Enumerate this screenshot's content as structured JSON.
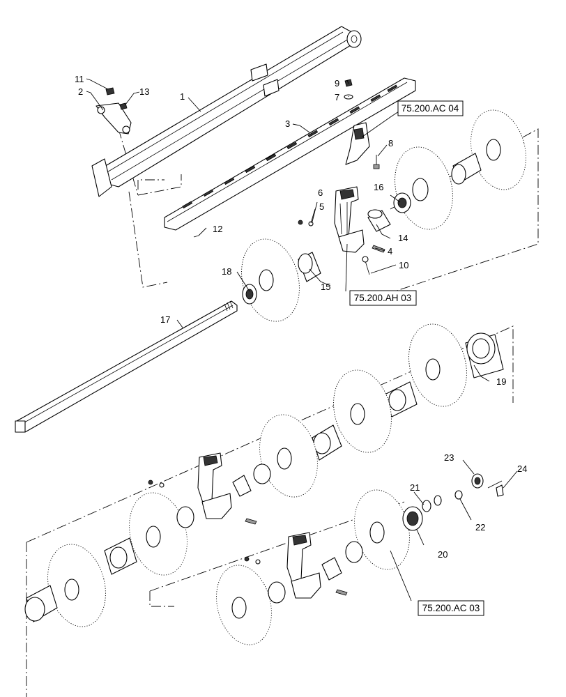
{
  "callouts": {
    "c1": "1",
    "c2": "2",
    "c3": "3",
    "c4": "4",
    "c5": "5",
    "c6": "6",
    "c7": "7",
    "c8": "8",
    "c9": "9",
    "c10": "10",
    "c11": "11",
    "c12": "12",
    "c13": "13",
    "c14": "14",
    "c15": "15",
    "c16": "16",
    "c17": "17",
    "c18": "18",
    "c19": "19",
    "c20": "20",
    "c21": "21",
    "c22": "22",
    "c23": "23",
    "c24": "24"
  },
  "references": {
    "ref_ac04": "75.200.AC 04",
    "ref_ah03": "75.200.AH 03",
    "ref_ac03": "75.200.AC 03"
  }
}
